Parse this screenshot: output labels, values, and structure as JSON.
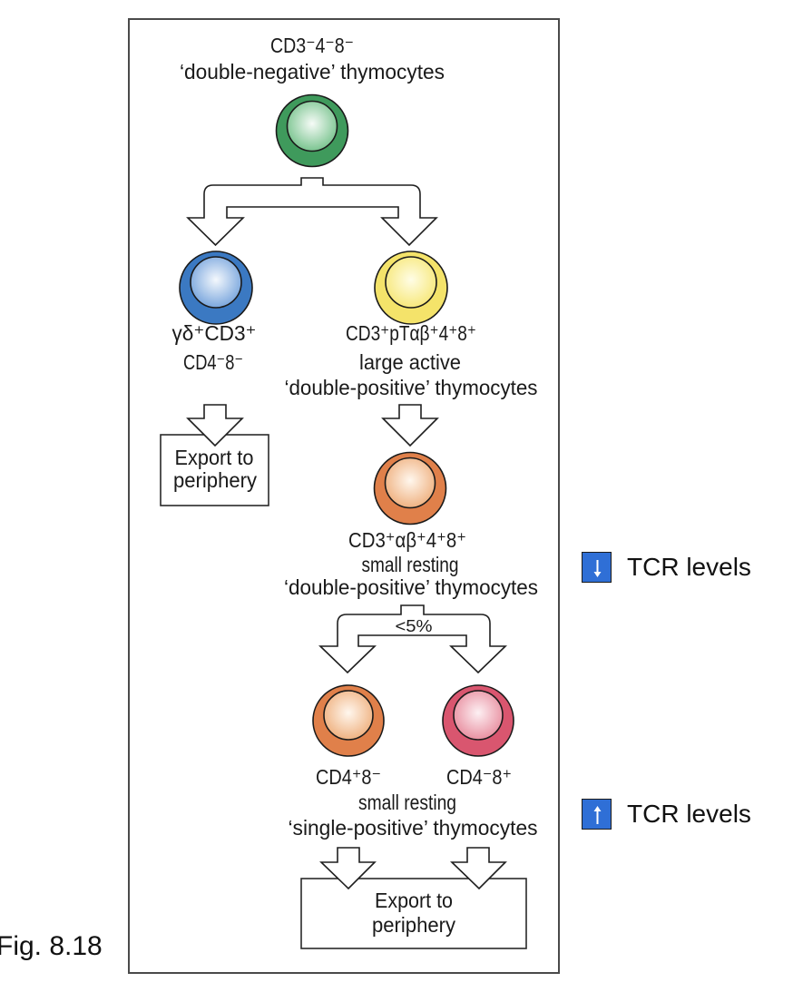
{
  "figure_label": "Fig. 8.18",
  "colors": {
    "dn_cell": "#3f9a5c",
    "gamma_delta_cell": "#3b79c2",
    "dp_large_cell": "#f4e36a",
    "dp_small_cell": "#e0804a",
    "cd4_sp_cell": "#e0804a",
    "cd8_sp_cell": "#d9566f",
    "legend_icon": "#2f6fd6"
  },
  "diagram": {
    "double_negative": {
      "line1": "CD3⁻4⁻8⁻",
      "line2": "‘double-negative’ thymocytes"
    },
    "gamma_delta": {
      "line1": "γδ⁺CD3⁺",
      "line2": "CD4⁻8⁻"
    },
    "dp_large": {
      "line1": "CD3⁺pTαβ⁺4⁺8⁺",
      "line2": "large active",
      "line3": "‘double-positive’ thymocytes"
    },
    "export_left": {
      "line1": "Export to",
      "line2": "periphery"
    },
    "dp_small": {
      "line1": "CD3⁺αβ⁺4⁺8⁺",
      "line2": "small resting",
      "line3": "‘double-positive’ thymocytes"
    },
    "selection_fraction": "<5%",
    "cd4_sp": {
      "label": "CD4⁺8⁻"
    },
    "cd8_sp": {
      "label": "CD4⁻8⁺"
    },
    "single_positive": {
      "line1": "small resting",
      "line2": "‘single-positive’ thymocytes"
    },
    "export_bottom": {
      "line1": "Export to",
      "line2": "periphery"
    }
  },
  "legend": {
    "items": [
      {
        "icon": "arrow-down-icon",
        "label": "TCR levels",
        "meaning": "decrease"
      },
      {
        "icon": "arrow-up-icon",
        "label": "TCR levels",
        "meaning": "increase"
      }
    ]
  }
}
